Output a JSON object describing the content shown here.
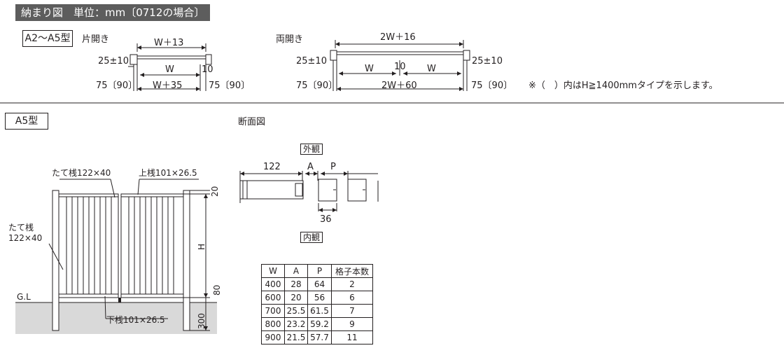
{
  "header": {
    "title": "納まり図　単位：mm〔0712の場合〕"
  },
  "section_a2_a5": {
    "type_label": "A2〜A5型",
    "single": {
      "title": "片開き",
      "dim_top": "W＋13",
      "dim_post_top": "25±10",
      "dim_post_bottom": "75〔90〕",
      "dim_w": "W",
      "dim_gap": "10",
      "dim_bottom": "W＋35",
      "dim_right_post": "75〔90〕"
    },
    "double": {
      "title": "両開き",
      "dim_top": "2W＋16",
      "dim_post_top_left": "25±10",
      "dim_post_bottom_left": "75〔90〕",
      "dim_w_left": "W",
      "dim_gap": "10",
      "dim_w_right": "W",
      "dim_bottom": "2W＋60",
      "dim_post_top_right": "25±10",
      "dim_post_bottom_right": "75〔90〕"
    },
    "note": "※（　）内はH≧1400mmタイプを示します。"
  },
  "section_a5": {
    "type_label": "A5型",
    "elevation": {
      "label_stile_top": "たて桟122×40",
      "label_top_rail": "上桟101×26.5",
      "label_stile_left_1": "たて桟",
      "label_stile_left_2": "122×40",
      "label_gl": "G.L",
      "label_bottom_rail": "下桟101×26.5",
      "dim_top": "20",
      "dim_h": "H",
      "dim_bottom": "80",
      "dim_ground": "300"
    },
    "section_view": {
      "title": "断面図",
      "exterior": "外観",
      "interior": "内観",
      "dim_122": "122",
      "dim_a": "A",
      "dim_p": "P",
      "dim_36": "36"
    },
    "table": {
      "headers": [
        "W",
        "A",
        "P",
        "格子本数"
      ],
      "rows": [
        [
          "400",
          "28",
          "64",
          "2"
        ],
        [
          "600",
          "20",
          "56",
          "6"
        ],
        [
          "700",
          "25.5",
          "61.5",
          "7"
        ],
        [
          "800",
          "23.2",
          "59.2",
          "9"
        ],
        [
          "900",
          "21.5",
          "57.7",
          "11"
        ]
      ]
    }
  }
}
